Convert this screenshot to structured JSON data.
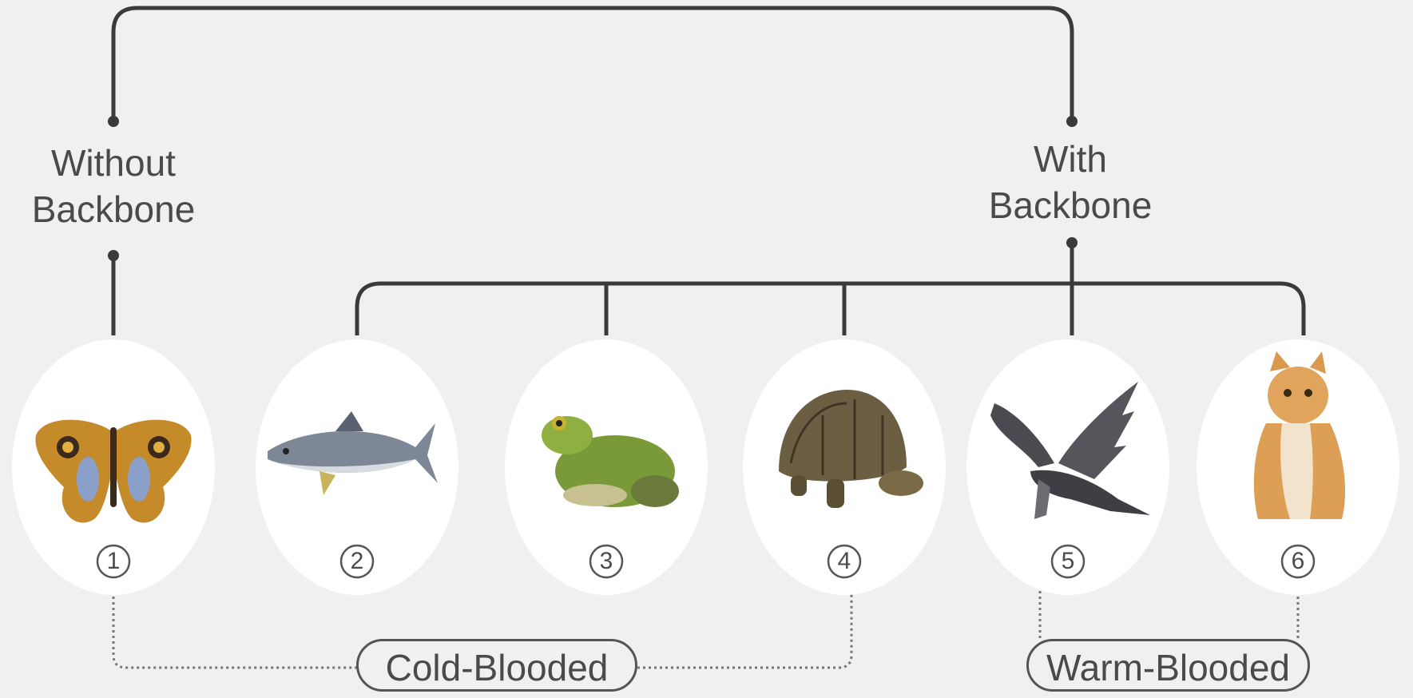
{
  "groups": {
    "without": {
      "line1": "Without",
      "line2": "Backbone"
    },
    "with": {
      "line1": "With",
      "line2": "Backbone"
    }
  },
  "animals": [
    {
      "number": "1",
      "icon": "butterfly-icon"
    },
    {
      "number": "2",
      "icon": "fish-icon"
    },
    {
      "number": "3",
      "icon": "frog-icon"
    },
    {
      "number": "4",
      "icon": "turtle-icon"
    },
    {
      "number": "5",
      "icon": "bird-icon"
    },
    {
      "number": "6",
      "icon": "cat-icon"
    }
  ],
  "categories": {
    "cold": "Cold-Blooded",
    "warm": "Warm-Blooded"
  },
  "colors": {
    "background": "#f0f0f0",
    "line": "#3a3a3a",
    "text": "#4a4a4a",
    "circle": "#ffffff"
  }
}
